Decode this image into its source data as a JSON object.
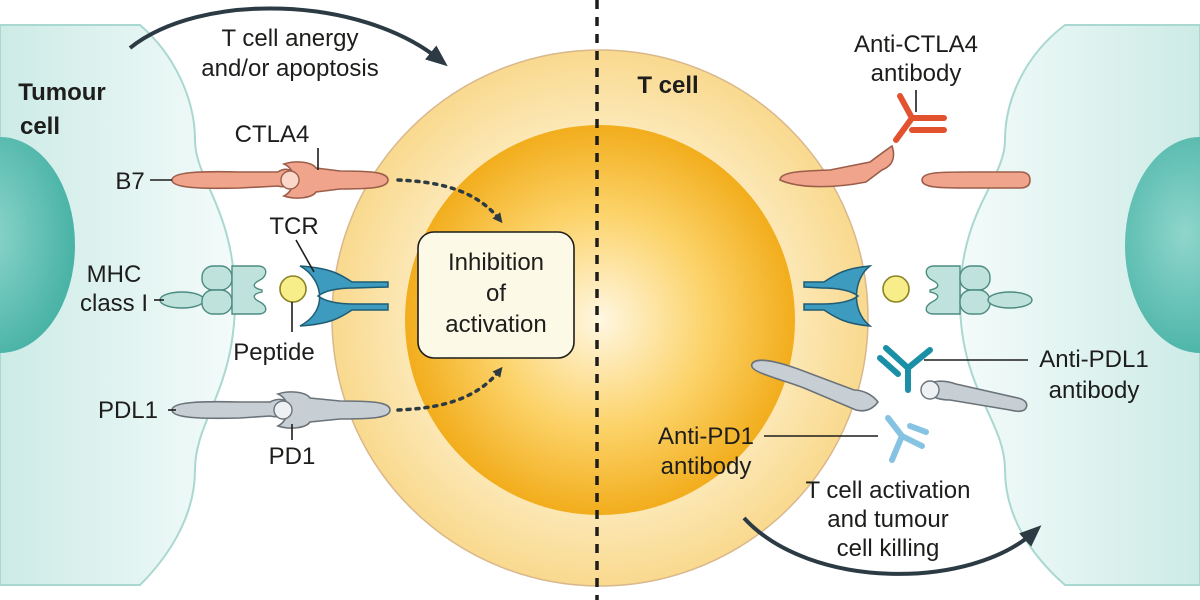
{
  "labels": {
    "tumour_cell_line1": "Tumour",
    "tumour_cell_line2": "cell",
    "t_cell": "T cell",
    "b7": "B7",
    "ctla4": "CTLA4",
    "tcr": "TCR",
    "mhc_line1": "MHC",
    "mhc_line2": "class I",
    "peptide": "Peptide",
    "pdl1": "PDL1",
    "pd1": "PD1",
    "inhibition_line1": "Inhibition",
    "inhibition_line2": "of",
    "inhibition_line3": "activation",
    "anergy_line1": "T cell anergy",
    "anergy_line2": "and/or apoptosis",
    "anti_ctla4_line1": "Anti-CTLA4",
    "anti_ctla4_line2": "antibody",
    "anti_pdl1_line1": "Anti-PDL1",
    "anti_pdl1_line2": "antibody",
    "anti_pd1_line1": "Anti-PD1",
    "anti_pd1_line2": "antibody",
    "activation_line1": "T cell activation",
    "activation_line2": "and tumour",
    "activation_line3": "cell killing"
  },
  "colors": {
    "tumour_cell_fill": "#e4f5f2",
    "tumour_cell_stroke": "#a9d8d0",
    "tumour_nucleus": "#6fc6bb",
    "t_cell_outer": "#fbe1a6",
    "t_cell_outer_stroke": "#d8b88c",
    "t_cell_nucleus": "#f5b52a",
    "b7": "#f0a48c",
    "pd_family": "#c8cfd4",
    "tcr": "#3d9bbf",
    "mhc": "#bfe3dc",
    "peptide": "#f7ee8a",
    "anti_ctla4": "#e3522f",
    "anti_pdl1": "#1b8fa6",
    "anti_pd1": "#86c3e2",
    "arrow": "#2b3a43"
  }
}
